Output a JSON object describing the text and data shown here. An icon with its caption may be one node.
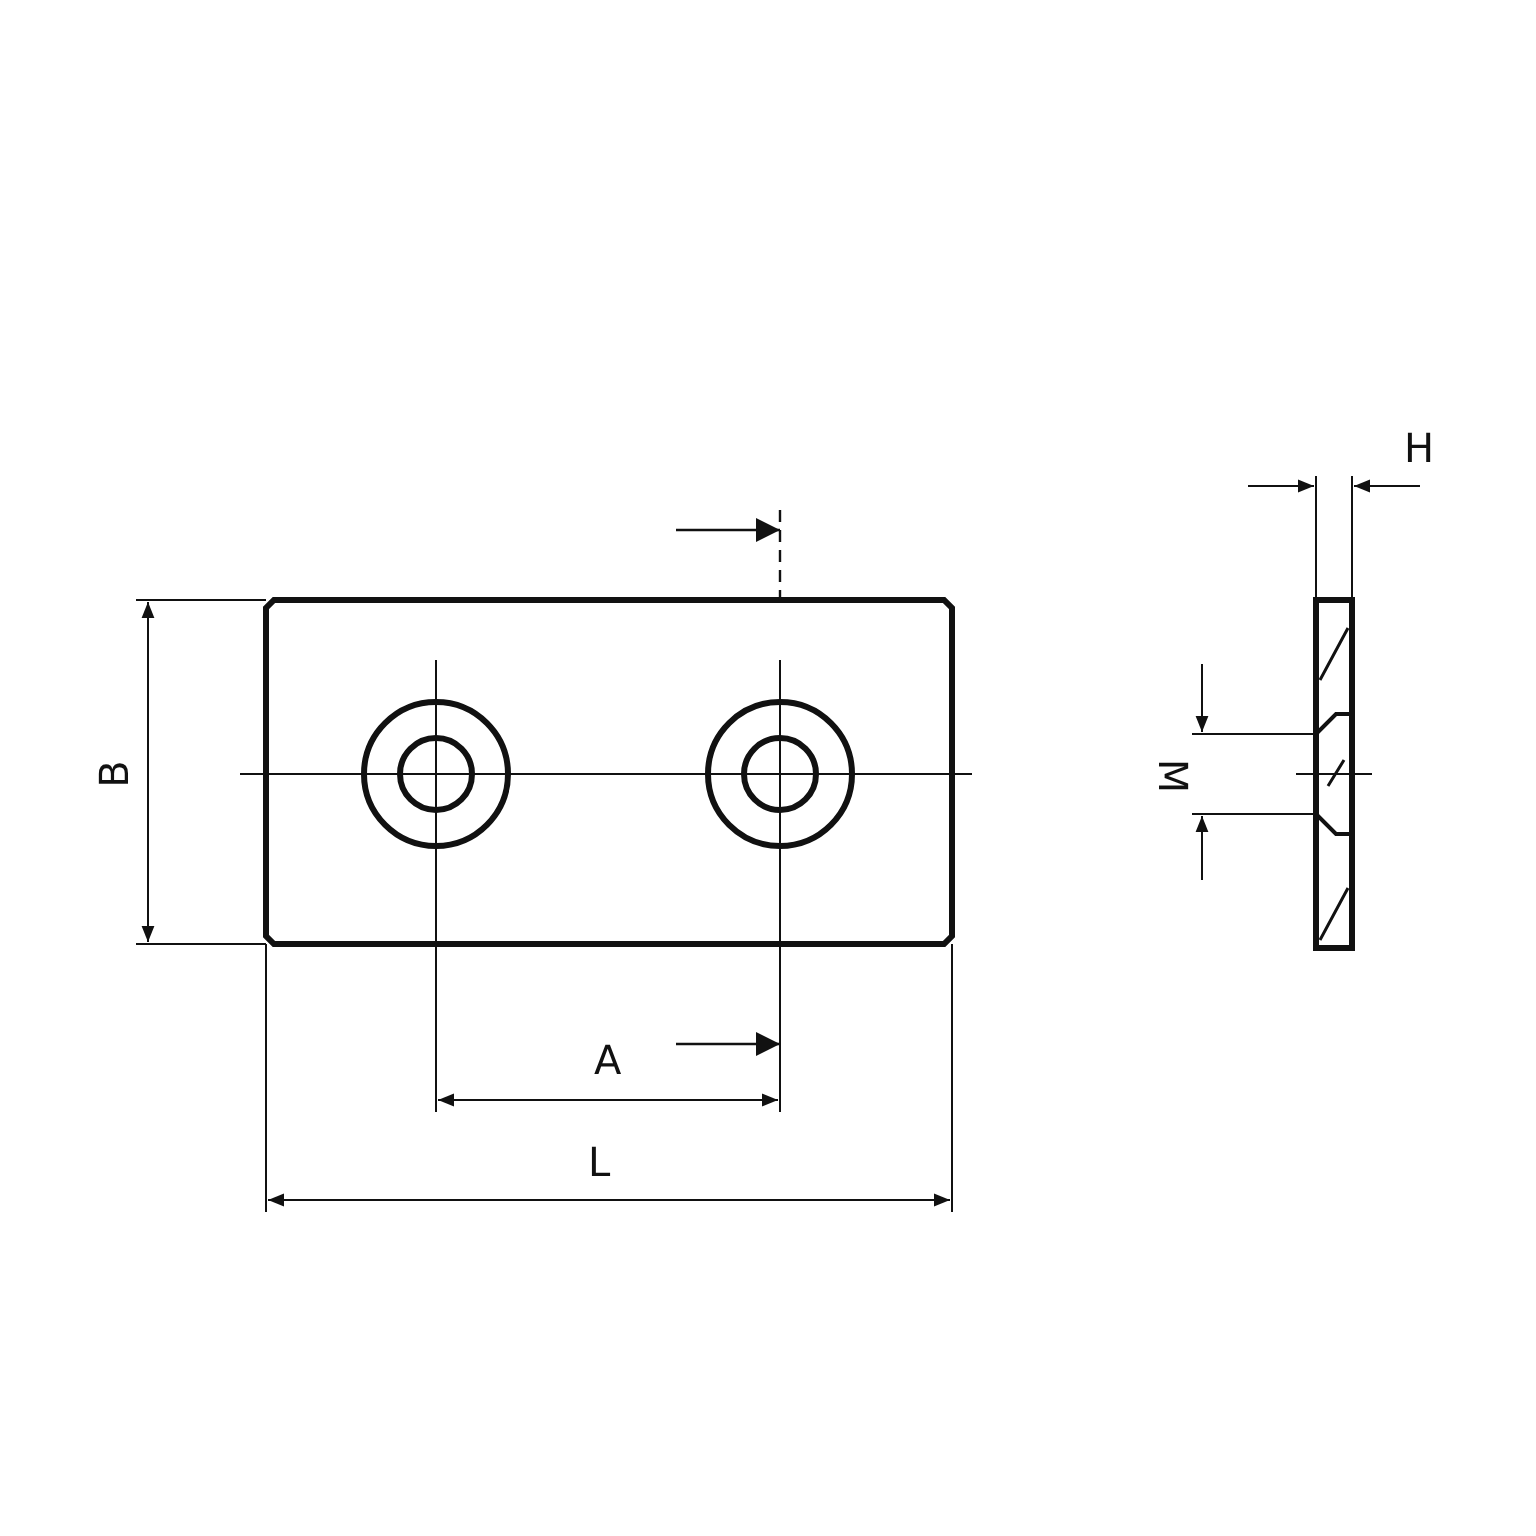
{
  "diagram": {
    "labels": [
      "H",
      "B",
      "M",
      "A",
      "L"
    ]
  }
}
